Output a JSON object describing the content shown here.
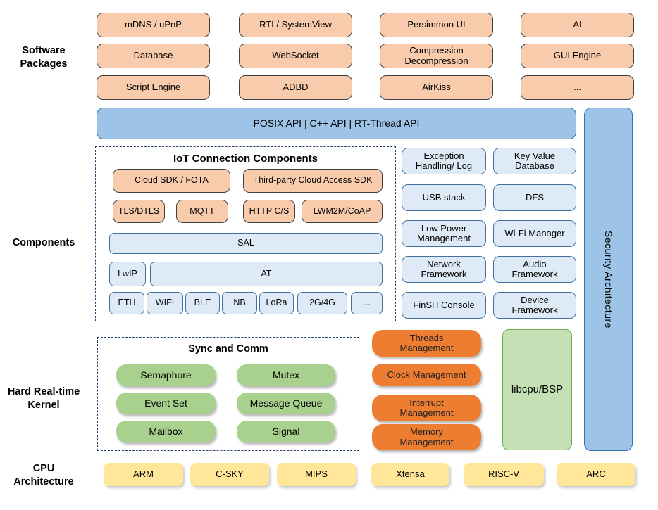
{
  "palette": {
    "peach": "#F8CBAD",
    "blue_bar": "#9DC3E6",
    "blue_border": "#2E75B6",
    "pale_blue": "#DEEAF6",
    "pale_blue_border": "#41719C",
    "green": "#A9D18E",
    "dark_orange": "#ED7D31",
    "libcpu_green": "#C5E0B4",
    "yellow": "#FFE699",
    "dash_border": "#24406B"
  },
  "side_labels": {
    "software_packages": "Software\nPackages",
    "components": "Components",
    "kernel": "Hard Real-time\nKernel",
    "cpu": "CPU\nArchitecture"
  },
  "software_packages": {
    "rows": [
      [
        "mDNS / uPnP",
        "RTI / SystemView",
        "Persimmon UI",
        "AI"
      ],
      [
        "Database",
        "WebSocket",
        "Compression Decompression",
        "GUI Engine"
      ],
      [
        "Script Engine",
        "ADBD",
        "AirKiss",
        "..."
      ]
    ]
  },
  "api_bar": "POSIX API | C++ API | RT-Thread API",
  "security_bar": "Security Architecture",
  "iot": {
    "title": "IoT Connection Components",
    "sdk_row": [
      "Cloud SDK / FOTA",
      "Third-party Cloud Access SDK"
    ],
    "protocol_row": [
      "TLS/DTLS",
      "MQTT",
      "HTTP C/S",
      "LWM2M/CoAP"
    ],
    "sal": "SAL",
    "lwip": "LwIP",
    "at": "AT",
    "links": [
      "ETH",
      "WIFI",
      "BLE",
      "NB",
      "LoRa",
      "2G/4G",
      "..."
    ]
  },
  "components_right": {
    "rows": [
      [
        "Exception Handling/ Log",
        "Key Value Database"
      ],
      [
        "USB stack",
        "DFS"
      ],
      [
        "Low Power Management",
        "Wi-Fi Manager"
      ],
      [
        "Network Framework",
        "Audio Framework"
      ],
      [
        "FinSH Console",
        "Device Framework"
      ]
    ]
  },
  "kernel": {
    "sync_title": "Sync and Comm",
    "sync_rows": [
      [
        "Semaphore",
        "Mutex"
      ],
      [
        "Event Set",
        "Message Queue"
      ],
      [
        "Mailbox",
        "Signal"
      ]
    ],
    "management": [
      "Threads Management",
      "Clock Management",
      "Interrupt Management",
      "Memory Management"
    ],
    "libcpu": "libcpu/BSP"
  },
  "cpu_row": [
    "ARM",
    "C-SKY",
    "MIPS",
    "Xtensa",
    "RISC-V",
    "ARC"
  ]
}
